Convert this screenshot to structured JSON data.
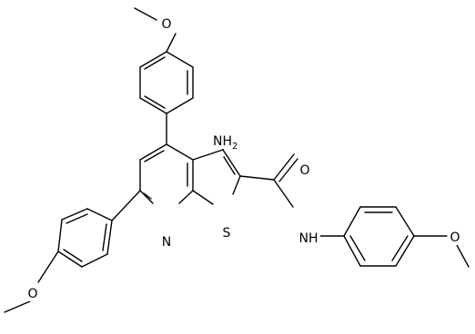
{
  "colors": {
    "ink": "#000000",
    "background": "#ffffff"
  },
  "atoms": {
    "nh2_n": "N",
    "nh2_h": "H",
    "nh2_sub": "2",
    "s_ring": "S",
    "n_ring": "N",
    "o_carbonyl": "O",
    "nh_amide": "NH",
    "o_top": "O",
    "o_left": "O",
    "o_right": "O"
  }
}
